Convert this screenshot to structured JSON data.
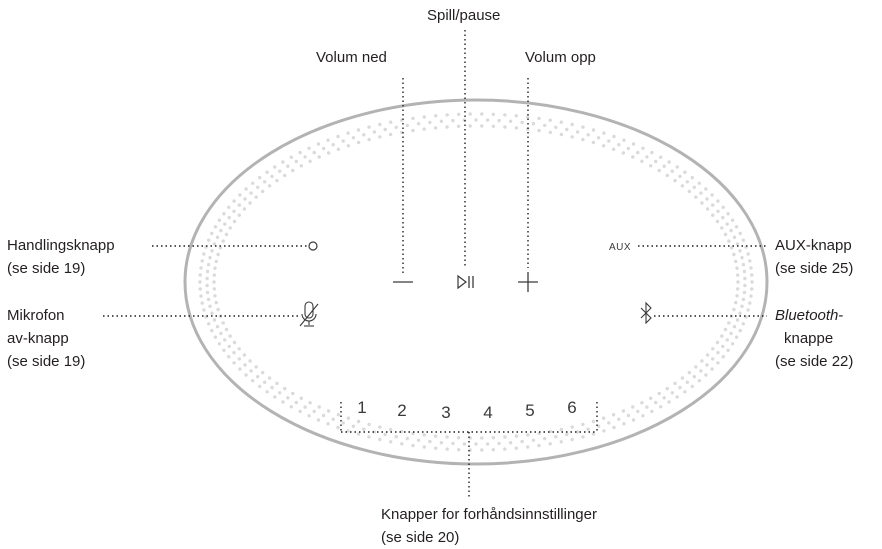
{
  "labels": {
    "play_pause": "Spill/pause",
    "volume_down": "Volum ned",
    "volume_up": "Volum opp",
    "action_button": "Handlingsknapp",
    "action_button_ref": "(se side 19)",
    "mic_off_line1": "Mikrofon",
    "mic_off_line2": "av-knapp",
    "mic_off_ref": "(se side 19)",
    "aux_button": "AUX-knapp",
    "aux_button_ref": "(se side 25)",
    "bluetooth_italic": "Bluetooth",
    "bluetooth_suffix": "-",
    "bluetooth_line2": "knappe",
    "bluetooth_ref": "(se side 22)",
    "presets": "Knapper for forhåndsinnstillinger",
    "presets_ref": "(se side 20)"
  },
  "device": {
    "aux_text": "AUX",
    "preset_numbers": [
      "1",
      "2",
      "3",
      "4",
      "5",
      "6"
    ]
  },
  "icons": {
    "volume_down": "minus-icon",
    "play_pause": "play-pause-icon",
    "volume_up": "plus-icon",
    "action": "circle-icon",
    "mic_off": "mic-off-icon",
    "bluetooth": "bluetooth-icon"
  },
  "colors": {
    "outline": "#b3b3b3",
    "dots": "#dadada",
    "text": "#231f20",
    "leader": "#231f20"
  }
}
